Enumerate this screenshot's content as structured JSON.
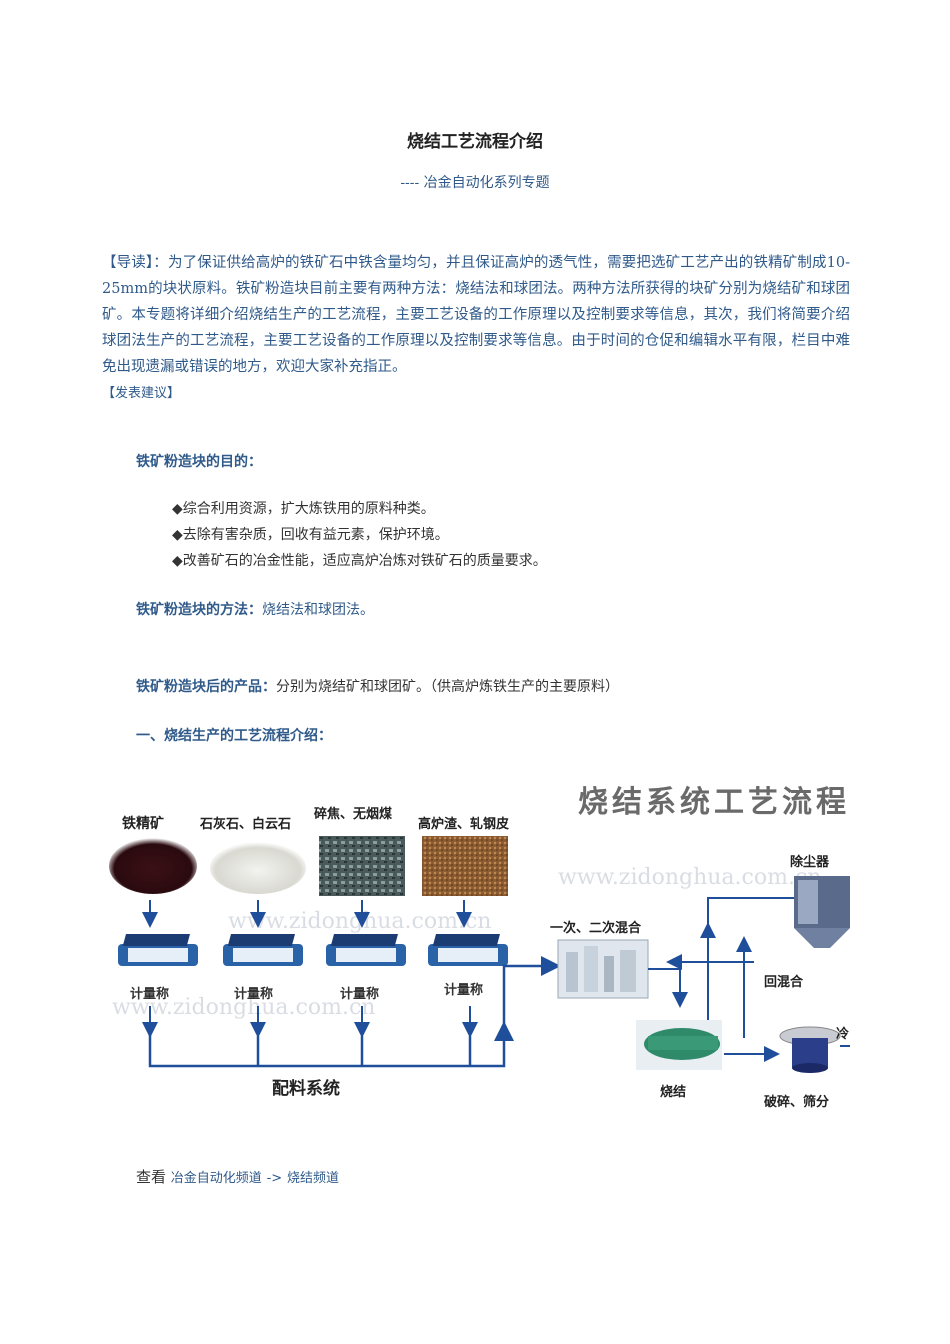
{
  "doc": {
    "title": "烧结工艺流程介绍",
    "subtitle": "---- 冶金自动化系列专题",
    "intro": "【导读】：为了保证供给高炉的铁矿石中铁含量均匀，并且保证高炉的透气性，需要把选矿工艺产出的铁精矿制成10-25mm的块状原料。铁矿粉造块目前主要有两种方法：烧结法和球团法。两种方法所获得的块矿分别为烧结矿和球团矿。本专题将详细介绍烧结生产的工艺流程，主要工艺设备的工作原理以及控制要求等信息，其次，我们将简要介绍球团法生产的工艺流程，主要工艺设备的工作原理以及控制要求等信息。由于时间的仓促和编辑水平有限，栏目中难免出现遗漏或错误的地方，欢迎大家补充指正。",
    "suggest": "【发表建议】",
    "purpose_heading": "铁矿粉造块的目的：",
    "bullets": [
      "◆综合利用资源，扩大炼铁用的原料种类。",
      "◆去除有害杂质，回收有益元素，保护环境。",
      "◆改善矿石的冶金性能，适应高炉冶炼对铁矿石的质量要求。"
    ],
    "method_heading": "铁矿粉造块的方法：",
    "method_text": "烧结法和球团法。",
    "product_heading": "铁矿粉造块后的产品：",
    "product_text": "分别为烧结矿和球团矿。（供高炉炼铁生产的主要原料）",
    "section1_heading": "一、烧结生产的工艺流程介绍：",
    "footer_prefix": "查看",
    "footer_link1": "冶金自动化频道",
    "footer_arrow": "->",
    "footer_link2": "烧结频道"
  },
  "diagram": {
    "title": "烧结系统工艺流程简",
    "watermark": "www.zidonghua.com.cn",
    "materials": [
      "铁精矿",
      "石灰石、白云石",
      "碎焦、无烟煤",
      "高炉渣、轧钢皮"
    ],
    "scale_label": "计量称",
    "batching": "配料系统",
    "mixing": "一次、二次混合",
    "dust": "除尘器",
    "return_mix": "回混合",
    "sinter": "烧结",
    "crush": "破碎、筛分",
    "cool": "冷"
  },
  "colors": {
    "accent": "#2f5a8a",
    "arrow": "#1f4f9a"
  }
}
